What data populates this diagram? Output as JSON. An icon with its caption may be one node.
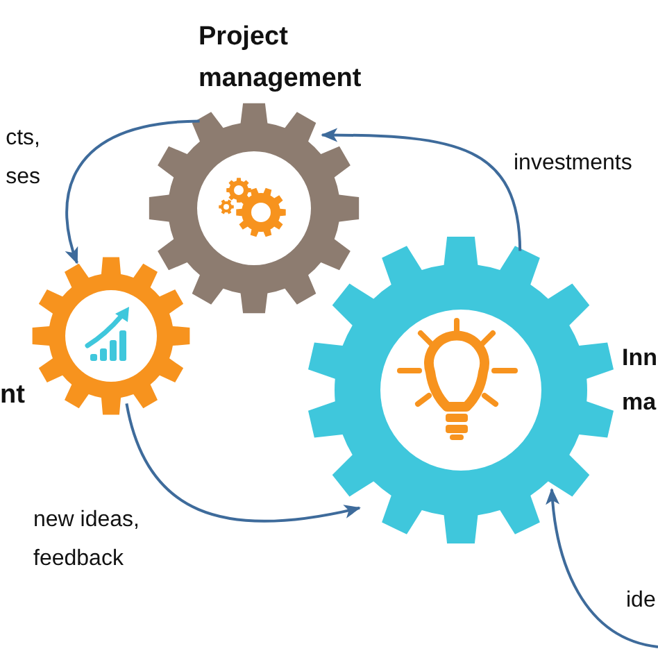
{
  "diagram": {
    "nodes": [
      {
        "text": [
          "Project management"
        ]
      },
      {
        "text": [
          "nt"
        ]
      },
      {
        "text": [
          "Inn ma"
        ]
      }
    ],
    "edges": [
      {
        "from": 0,
        "to": 1,
        "arrow": "to",
        "label": "cts, ses"
      },
      {
        "from": 2,
        "to": 0,
        "arrow": "to",
        "label": "investments"
      },
      {
        "from": 1,
        "to": 2,
        "arrow": "to",
        "label": "new ideas, feedback"
      },
      {
        "from": null,
        "to": 2,
        "arrow": "to",
        "label": "ide"
      }
    ]
  }
}
